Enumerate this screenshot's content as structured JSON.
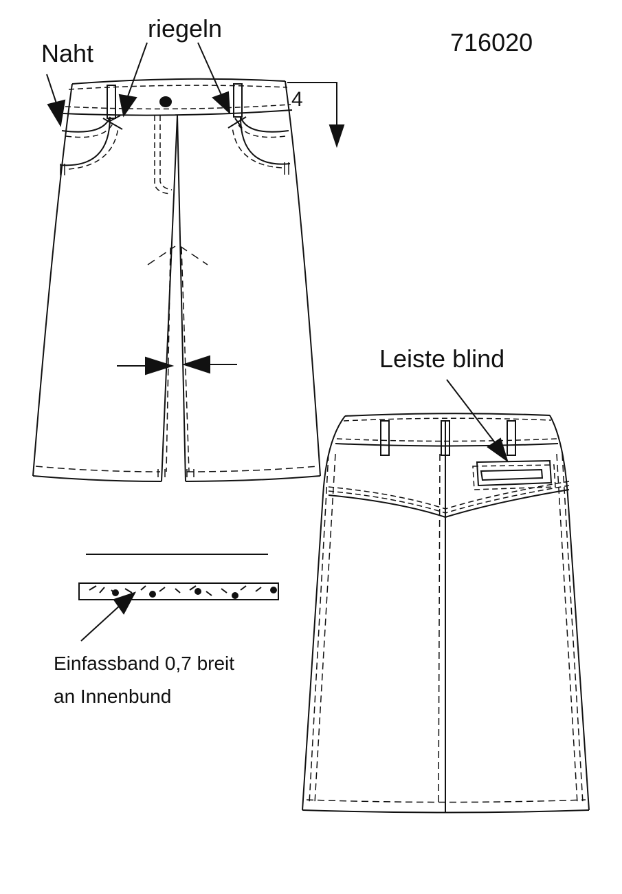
{
  "labels": {
    "style_number": "716020",
    "seam": "Naht",
    "bartack": "riegeln",
    "dimension": "4",
    "welt_blind": "Leiste blind",
    "binding_line1": "Einfassband 0,7 breit",
    "binding_line2": "an Innenbund"
  },
  "colors": {
    "ink": "#111111",
    "paper": "#ffffff"
  }
}
